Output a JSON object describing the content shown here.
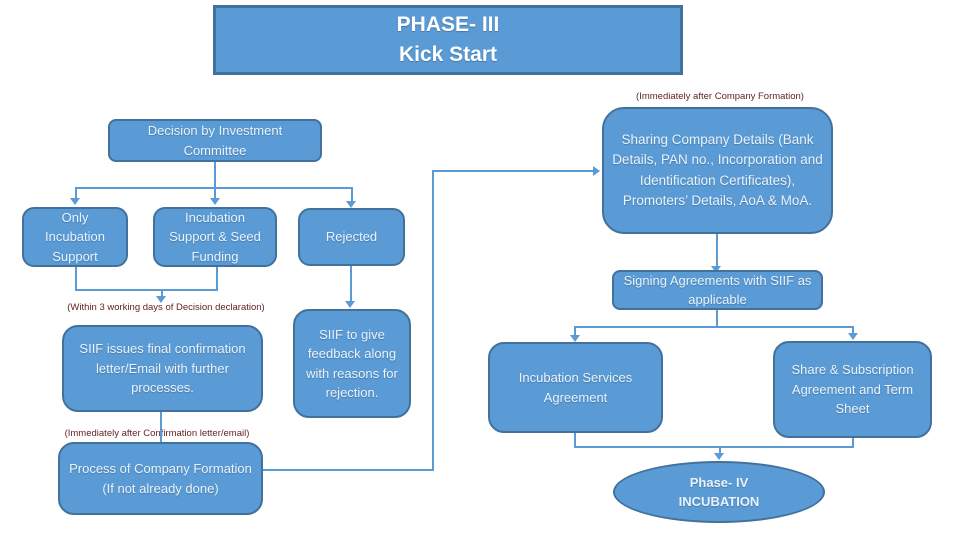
{
  "title": {
    "line1": "PHASE- III",
    "line2": "Kick Start"
  },
  "colors": {
    "node_fill": "#5b9bd5",
    "node_border": "#41719c",
    "node_text": "#eaf3fb",
    "connector": "#5b9bd5",
    "note_text": "#632423",
    "title_text": "#ffffff"
  },
  "notes": {
    "company_formation": "(Immediately after Company Formation)",
    "three_days": "(Within 3 working days of Decision declaration)",
    "confirmation": "(Immediately after Confirmation letter/email)"
  },
  "nodes": {
    "decision": "Decision by Investment Committee",
    "only_incubation": "Only Incubation Support",
    "incubation_seed": "Incubation Support & Seed Funding",
    "rejected": "Rejected",
    "siif_confirmation": "SIIF issues final confirmation letter/Email with further processes.",
    "process_formation": "Process of Company Formation (If not already done)",
    "feedback": "SIIF to give feedback along with reasons for rejection.",
    "sharing_details": "Sharing Company Details (Bank Details, PAN no., Incorporation and Identification Certificates), Promoters’ Details, AoA & MoA.",
    "signing": "Signing Agreements with SIIF as applicable",
    "services_agreement": "Incubation Services Agreement",
    "share_subscription": "Share & Subscription Agreement and Term Sheet",
    "phase4_line1": "Phase- IV",
    "phase4_line2": "INCUBATION"
  }
}
